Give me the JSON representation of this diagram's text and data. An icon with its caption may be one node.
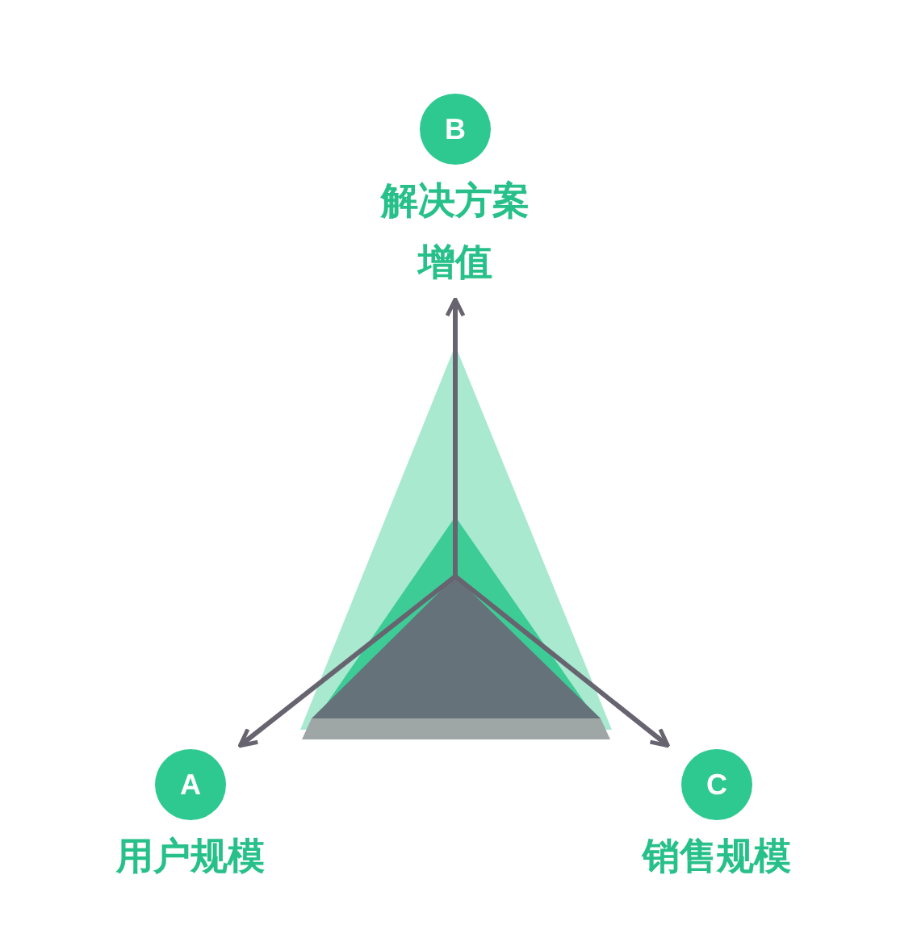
{
  "diagram": {
    "nodes": [
      {
        "text": [
          "B",
          "解决方案增值"
        ]
      },
      {
        "text": [
          "A",
          "用户规模"
        ]
      },
      {
        "text": [
          "C",
          "销售规模"
        ]
      }
    ],
    "edges": [
      {
        "from": null,
        "to": 0,
        "arrow": "to"
      },
      {
        "from": null,
        "to": 1,
        "arrow": "to"
      },
      {
        "from": null,
        "to": 2,
        "arrow": "to"
      }
    ]
  }
}
